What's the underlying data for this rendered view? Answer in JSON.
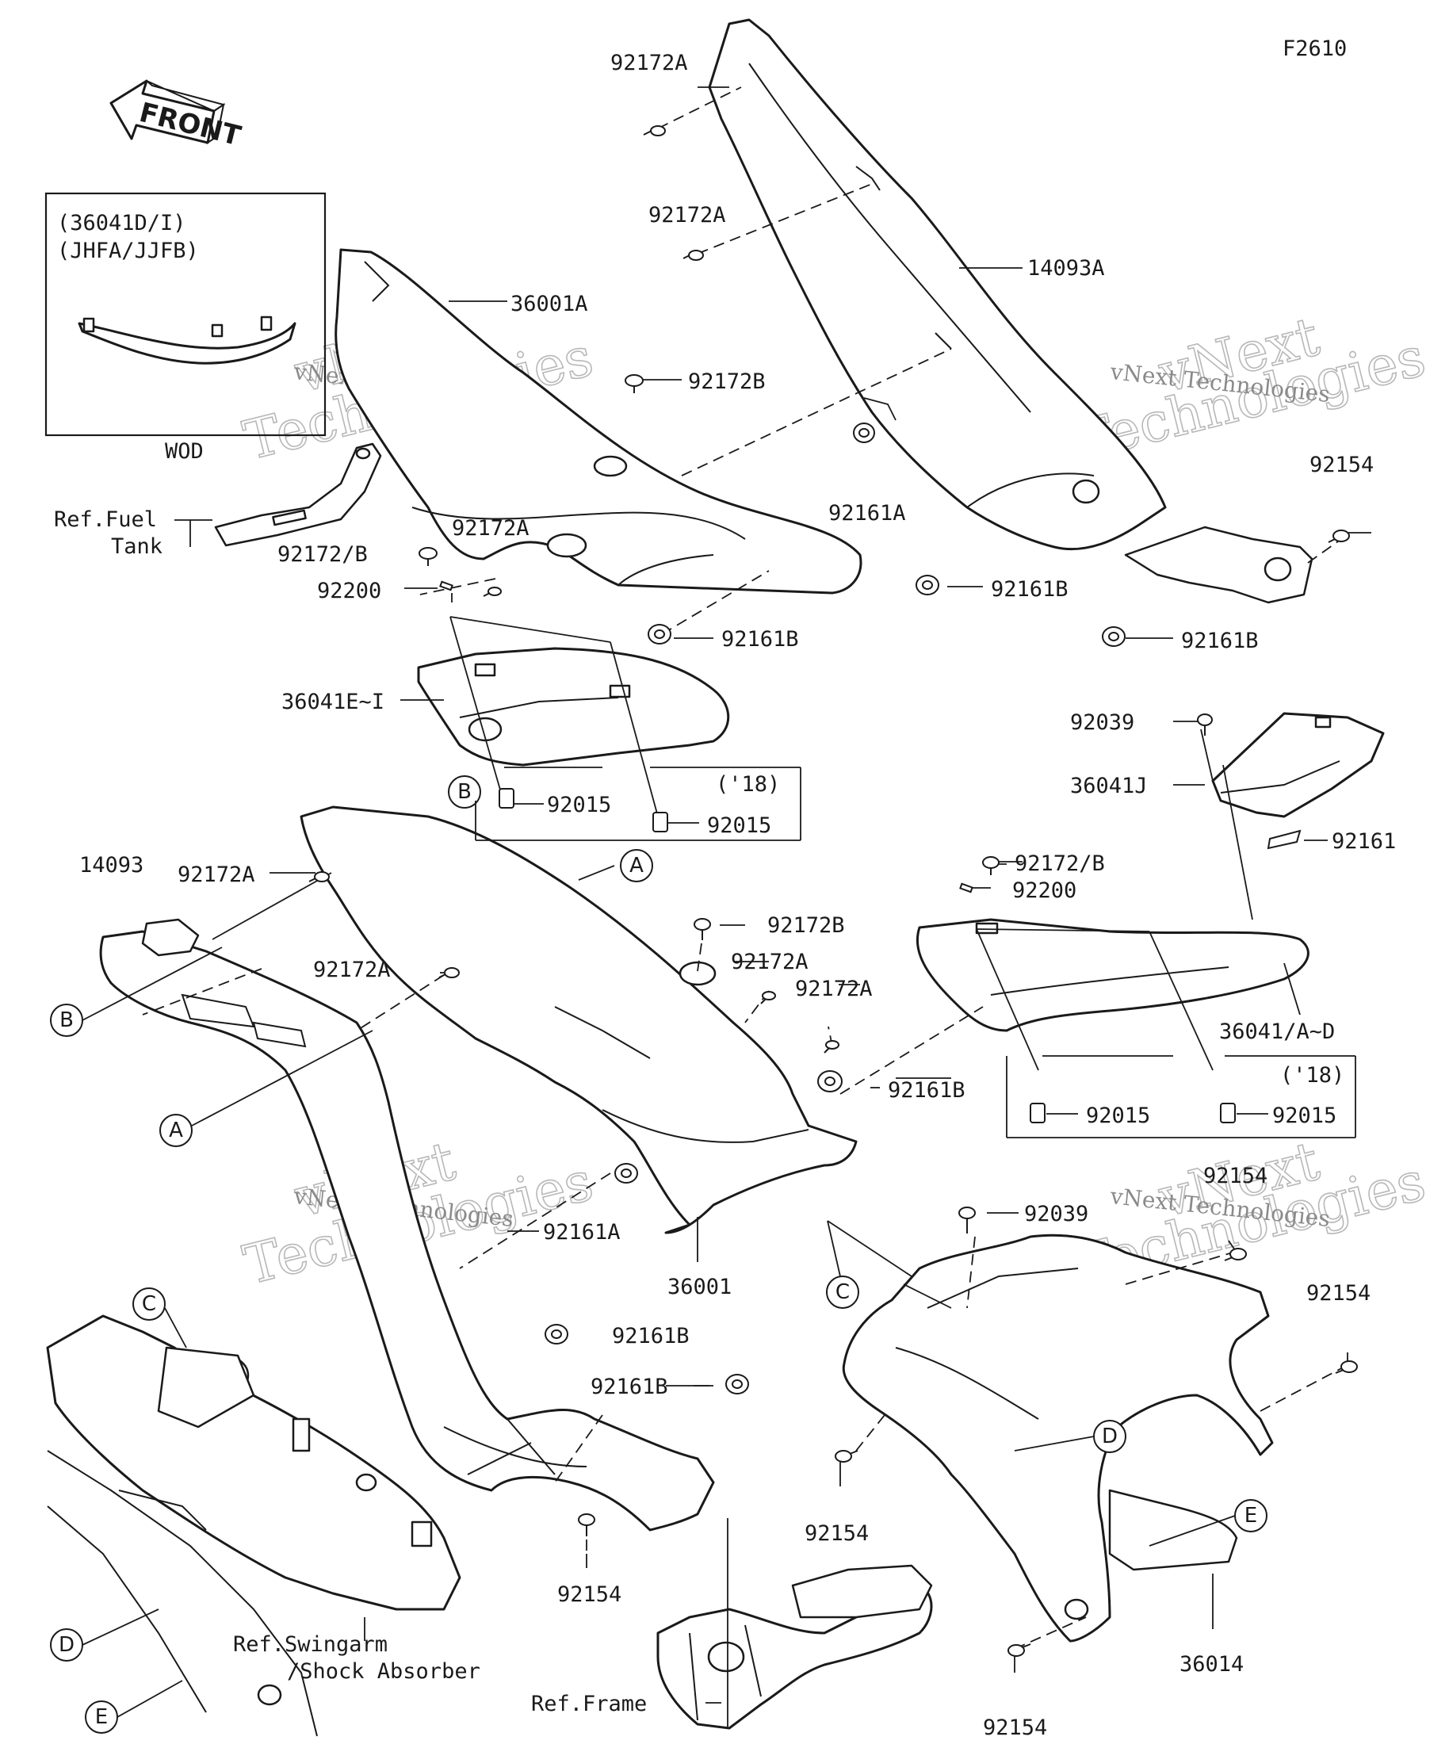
{
  "figure_code": "F2610",
  "direction_arrow": {
    "text": "FRONT",
    "icon": "front-arrow-icon"
  },
  "inset": {
    "line1": "(36041D/I)",
    "line2": "(JHFA/JJFB)",
    "caption": "WOD"
  },
  "watermark": {
    "line1": "vNext Technologies",
    "big1": "vNext",
    "big2": "Technologies"
  },
  "labels": {
    "p92172A_top": "92172A",
    "p92172A_mid": "92172A",
    "p14093A": "14093A",
    "p36001A": "36001A",
    "p92172B_top": "92172B",
    "p92161A_top": "92161A",
    "p92154_tr": "92154",
    "ref_fuel_1": "Ref.Fuel",
    "ref_fuel_2": "Tank",
    "p92172_B_left": "92172/B",
    "p92172A_left": "92172A",
    "p92200_left": "92200",
    "p92161B_left": "92161B",
    "p92161B_r1": "92161B",
    "p92161B_r2": "92161B",
    "p36041E_I": "36041E~I",
    "p92015_a": "92015",
    "p92015_b": "92015",
    "y18_left": "('18)",
    "p92039_r": "92039",
    "p36041J": "36041J",
    "p92161_r": "92161",
    "p14093": "14093",
    "p92172A_l1": "92172A",
    "p92172A_l2": "92172A",
    "p92172B_c": "92172B",
    "p92172A_c1": "92172A",
    "p92172A_c2": "92172A",
    "p92172_B_r": "92172/B",
    "p92200_r": "92200",
    "p36041_AD": "36041/A~D",
    "p92161B_c": "92161B",
    "p92015_c": "92015",
    "p92015_d": "92015",
    "y18_right": "('18)",
    "p92161A_low": "92161A",
    "p36001": "36001",
    "p92154_rt": "92154",
    "p92039_low": "92039",
    "p92154_r2": "92154",
    "p92161B_low1": "92161B",
    "p92161B_low2": "92161B",
    "p92154_cl": "92154",
    "p92154_low": "92154",
    "ref_swing_1": "Ref.Swingarm",
    "ref_swing_2": "/Shock Absorber",
    "ref_frame": "Ref.Frame",
    "p36014": "36014",
    "p92154_bot": "92154"
  },
  "callouts": {
    "A": "A",
    "B": "B",
    "C": "C",
    "D": "D",
    "E": "E"
  }
}
